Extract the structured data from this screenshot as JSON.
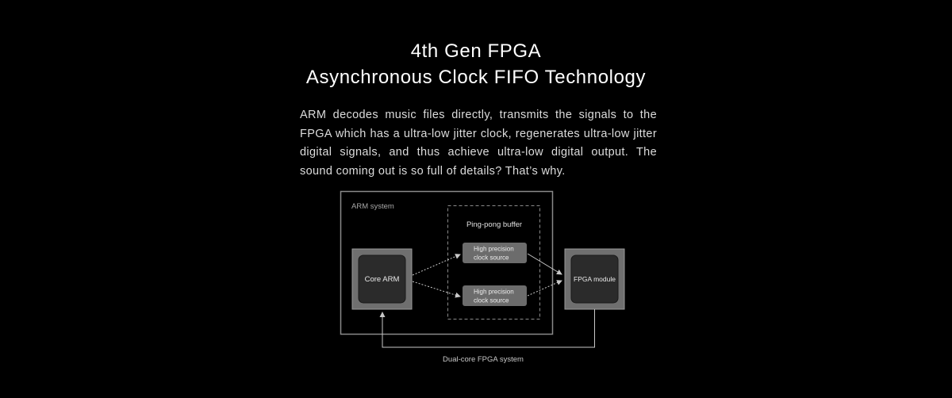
{
  "header": {
    "title_line1": "4th Gen FPGA",
    "title_line2": "Asynchronous Clock FIFO Technology"
  },
  "description": "ARM decodes music files directly, transmits the signals to the FPGA which has a ultra-low jitter clock, regenerates ultra-low jitter digital signals, and thus achieve ultra-low digital output. The sound coming out is so full of details? That’s why.",
  "diagram": {
    "arm_system_label": "ARM system",
    "buffer_label": "Ping-pong buffer",
    "core_arm_label": "Core ARM",
    "clock_source_1": {
      "line1": "High precision",
      "line2": "clock source"
    },
    "clock_source_2": {
      "line1": "High precision",
      "line2": "clock source"
    },
    "fpga_module_label": "FPGA module",
    "system_label": "Dual-core FPGA system"
  },
  "colors": {
    "background": "#000000",
    "frame_stroke": "#8a8a8a",
    "chip_outer": "#6f6f6f",
    "chip_inner": "#2b2b2b",
    "clock_box": "#6c6c6c",
    "label_text": "#c8c8c8"
  }
}
